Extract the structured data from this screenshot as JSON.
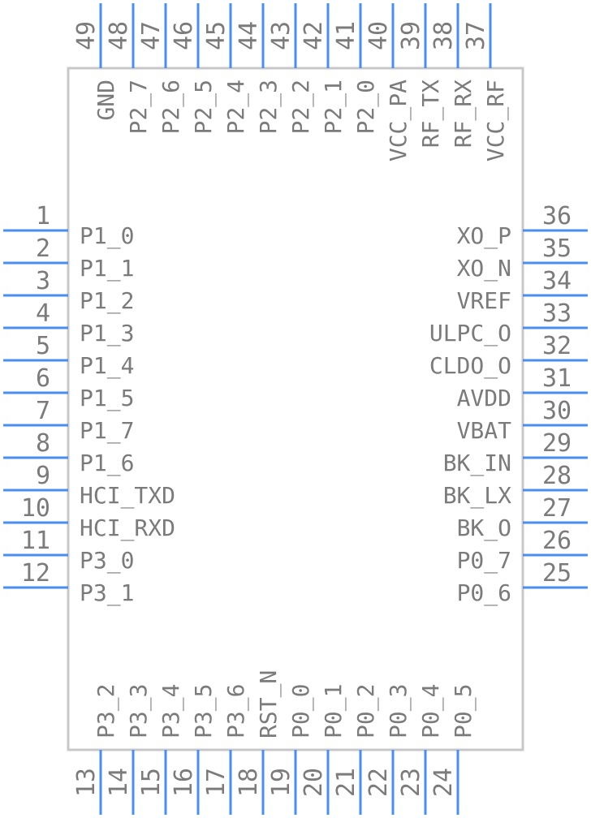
{
  "component": {
    "body_color": "#c8c8c8",
    "pin_color": "#4a8ef0",
    "text_color": "#7b7b7b",
    "left_pins": [
      {
        "num": "1",
        "label": "P1_0"
      },
      {
        "num": "2",
        "label": "P1_1"
      },
      {
        "num": "3",
        "label": "P1_2"
      },
      {
        "num": "4",
        "label": "P1_3"
      },
      {
        "num": "5",
        "label": "P1_4"
      },
      {
        "num": "6",
        "label": "P1_5"
      },
      {
        "num": "7",
        "label": "P1_7"
      },
      {
        "num": "8",
        "label": "P1_6"
      },
      {
        "num": "9",
        "label": "HCI_TXD"
      },
      {
        "num": "10",
        "label": "HCI_RXD"
      },
      {
        "num": "11",
        "label": "P3_0"
      },
      {
        "num": "12",
        "label": "P3_1"
      }
    ],
    "right_pins": [
      {
        "num": "36",
        "label": "XO_P"
      },
      {
        "num": "35",
        "label": "XO_N"
      },
      {
        "num": "34",
        "label": "VREF"
      },
      {
        "num": "33",
        "label": "ULPC_O"
      },
      {
        "num": "32",
        "label": "CLDO_O"
      },
      {
        "num": "31",
        "label": "AVDD"
      },
      {
        "num": "30",
        "label": "VBAT"
      },
      {
        "num": "29",
        "label": "BK_IN"
      },
      {
        "num": "28",
        "label": "BK_LX"
      },
      {
        "num": "27",
        "label": "BK_O"
      },
      {
        "num": "26",
        "label": "P0_7"
      },
      {
        "num": "25",
        "label": "P0_6"
      }
    ],
    "bottom_pins": [
      {
        "num": "13",
        "label": "P3_2"
      },
      {
        "num": "14",
        "label": "P3_3"
      },
      {
        "num": "15",
        "label": "P3_4"
      },
      {
        "num": "16",
        "label": "P3_5"
      },
      {
        "num": "17",
        "label": "P3_6"
      },
      {
        "num": "18",
        "label": "RST_N"
      },
      {
        "num": "19",
        "label": "P0_0"
      },
      {
        "num": "20",
        "label": "P0_1"
      },
      {
        "num": "21",
        "label": "P0_2"
      },
      {
        "num": "22",
        "label": "P0_3"
      },
      {
        "num": "23",
        "label": "P0_4"
      },
      {
        "num": "24",
        "label": "P0_5"
      }
    ],
    "top_pins": [
      {
        "num": "49",
        "label": "GND"
      },
      {
        "num": "48",
        "label": "P2_7"
      },
      {
        "num": "47",
        "label": "P2_6"
      },
      {
        "num": "46",
        "label": "P2_5"
      },
      {
        "num": "45",
        "label": "P2_4"
      },
      {
        "num": "44",
        "label": "P2_3"
      },
      {
        "num": "43",
        "label": "P2_2"
      },
      {
        "num": "42",
        "label": "P2_1"
      },
      {
        "num": "41",
        "label": "P2_0"
      },
      {
        "num": "40",
        "label": "VCC_PA"
      },
      {
        "num": "39",
        "label": "RF_TX"
      },
      {
        "num": "38",
        "label": "RF_RX"
      },
      {
        "num": "37",
        "label": "VCC_RF"
      }
    ]
  }
}
